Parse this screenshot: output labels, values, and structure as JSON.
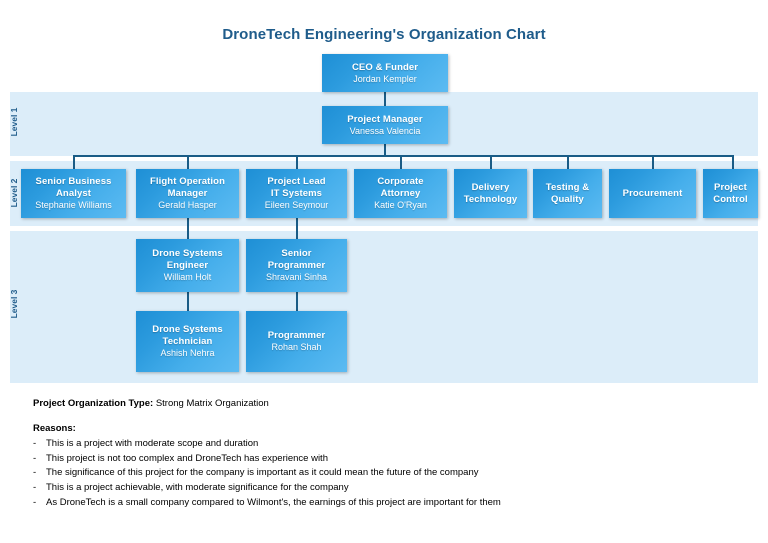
{
  "title": "DroneTech Engineering's Organization Chart",
  "levels": [
    {
      "label": "Level 1"
    },
    {
      "label": "Level 2"
    },
    {
      "label": "Level 3"
    }
  ],
  "nodes": {
    "ceo": {
      "title": "CEO & Funder",
      "person": "Jordan Kempler"
    },
    "pm": {
      "title": "Project Manager",
      "person": "Vanessa Valencia"
    },
    "l2_1": {
      "title": "Senior Business\nAnalyst",
      "person": "Stephanie Williams"
    },
    "l2_2": {
      "title": "Flight Operation\nManager",
      "person": "Gerald Hasper"
    },
    "l2_3": {
      "title": "Project Lead\nIT Systems",
      "person": "Eileen Seymour"
    },
    "l2_4": {
      "title": "Corporate\nAttorney",
      "person": "Katie O'Ryan"
    },
    "l2_5": {
      "title": "Delivery\nTechnology",
      "person": ""
    },
    "l2_6": {
      "title": "Testing &\nQuality",
      "person": ""
    },
    "l2_7": {
      "title": "Procurement",
      "person": ""
    },
    "l2_8": {
      "title": "Project\nControl",
      "person": ""
    },
    "l3_1": {
      "title": "Drone Systems\nEngineer",
      "person": "William Holt"
    },
    "l3_2": {
      "title": "Senior\nProgrammer",
      "person": "Shravani Sinha"
    },
    "l4_1": {
      "title": "Drone Systems\nTechnician",
      "person": "Ashish Nehra"
    },
    "l4_2": {
      "title": "Programmer",
      "person": "Rohan Shah"
    }
  },
  "footer": {
    "org_type_label": "Project Organization Type:",
    "org_type_value": "Strong Matrix Organization",
    "reasons_heading": "Reasons:",
    "reasons": [
      "This is a project with moderate scope and duration",
      "This project is not too complex and DroneTech has experience with",
      "The significance of this project for the company is important as it could mean the future of the company",
      "This is a project achievable, with moderate significance for the company",
      "As DroneTech is a small company compared to Wilmont's, the earnings of this project are important for them"
    ],
    "bullet": "-"
  },
  "colors": {
    "title_blue": "#1F5C8B",
    "band_blue": "#DCEDF9",
    "box_blue_dark": "#1E8FD5",
    "box_blue_light": "#5CBBF2",
    "connector": "#1A5C86",
    "text_white": "#FFFFFF",
    "footer_text": "#000000"
  }
}
